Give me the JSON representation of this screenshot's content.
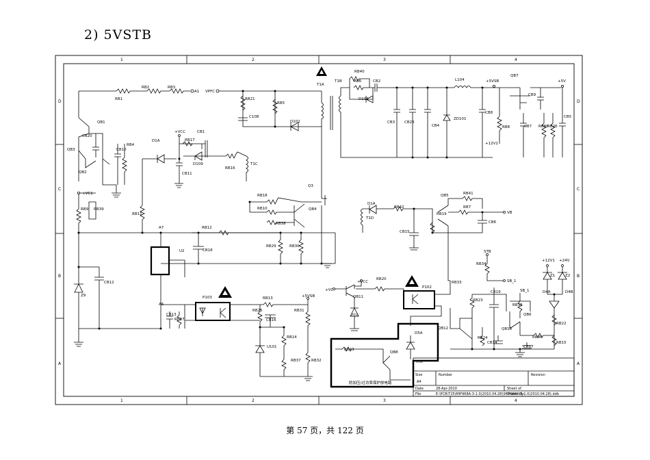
{
  "heading": "2) 5VSTB",
  "footer": "第 57 页，共 122 页",
  "schematic": {
    "grid_columns": [
      "1",
      "2",
      "3",
      "4"
    ],
    "grid_rows": [
      "D",
      "C",
      "B",
      "A"
    ],
    "title_block": {
      "title_label": "Title",
      "size_label": "Size",
      "size_value": "A4",
      "number_label": "Number",
      "revision_label": "Revision",
      "date_label": "Date",
      "date_value": "28-Apr-2010",
      "file_label": "File",
      "file_value": "E:\\PCB\\T25\\MIP968A-3-1.0(2010.04.28)\\MIP968A-3-1.0(2010.04.28).ddb",
      "sheet_label": "Sheet    of",
      "drawn_label": "Drawn By:"
    },
    "note_box_label": "防加压/过功率保护放电路",
    "labels": {
      "rb1": "RB1",
      "rb2": "RB2",
      "rb3": "RB3",
      "a1": "A1",
      "vpfc": "VPFC",
      "rb21": "RB21",
      "rb5": "RB5",
      "c108": "C108",
      "d102": "D102",
      "t1a": "T1A",
      "t1b": "T1B",
      "rb40": "RB40",
      "rb6": "RB6",
      "cb2": "CB2",
      "d101": "D101",
      "l104": "L104",
      "v5vsb": "+5VSB",
      "qb7": "QB7",
      "v5v": "+5V",
      "cb9": "CB9",
      "cb3": "CB3",
      "cb23": "CB23",
      "cb4": "CB4",
      "zd101": "ZD101",
      "cb8": "CB8",
      "rb8": "RB8",
      "v12v1": "+12V1",
      "cb7": "CB7",
      "rb88": "RB88",
      "rb26": "RB26",
      "cb5": "CB5",
      "qb1": "QB1",
      "cb20": "CB20",
      "cb10": "CB10",
      "rb4": "RB4",
      "qb3": "QB3",
      "qb2": "QB2",
      "d1a": "D1A",
      "vcc": "+VCC",
      "cb1": "CB1",
      "rb17": "RB17",
      "d109": "D109",
      "rb16": "RB16",
      "t1c": "T1C",
      "cb11": "CB11",
      "vc1": "+VC1",
      "rb9": "RB9",
      "rb39": "RB39",
      "rb11": "RB11",
      "q3": "Q3",
      "rb18": "RB18",
      "rb10": "RB10",
      "qb4": "QB4",
      "rb38": "RB38",
      "a7": "A7",
      "rb12": "RB12",
      "u2": "U2",
      "cb18": "CB18",
      "rb29": "RB29",
      "rb30": "RB30",
      "d1a2": "D1A",
      "t1d": "T1D",
      "rb42": "RB42",
      "qb5": "QB5",
      "rb41": "RB41",
      "rb7": "RB7",
      "vb": "VB",
      "rb19": "RB19",
      "cb15": "CB15",
      "cb6": "CB6",
      "stb": "STB",
      "rb34": "RB34",
      "sb1": "SB_1",
      "v12v1b": "+12V1",
      "v24v": "+24V",
      "z1": "Z1",
      "z2": "Z2",
      "z9": "Z9",
      "cb12": "CB12",
      "a6": "A6",
      "cb13": "CB13",
      "rb27": "RB27",
      "p103": "P103",
      "rb13": "RB13",
      "v5vsb2": "+5VSB",
      "rb25": "RB25",
      "cb16": "CB16",
      "rb31": "RB31",
      "vc": "+VC",
      "vcc2": "+VCC",
      "rb20": "RB20",
      "qb11": "QB11",
      "zd1": "ZD1",
      "p102": "P102",
      "rb33": "RB33",
      "cb19": "CB19",
      "sb1b": "SB_1",
      "rb35": "RB35",
      "qb6": "QB6",
      "d4a": "D4A",
      "d4b": "D4B",
      "rb23": "RB23",
      "rb22": "RB22",
      "qb12": "QB12",
      "qb13": "QB13",
      "rb36": "RB36",
      "rb15": "RB15",
      "rb24": "RB24",
      "cb14": "CB14",
      "cb17": "CB17",
      "rb14": "RB14",
      "u101": "U101",
      "rb37": "RB37",
      "rb32": "RB32",
      "rb43": "RB43",
      "qb8": "QB8",
      "d5a": "D5A"
    }
  }
}
